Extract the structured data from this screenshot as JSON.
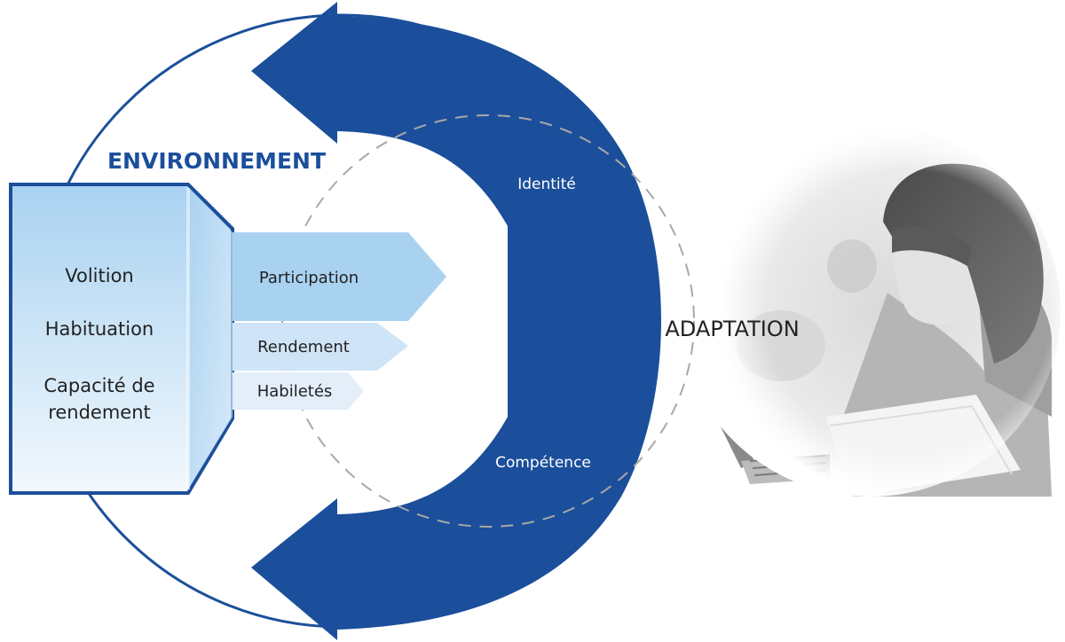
{
  "diagram": {
    "environment_label": "ENVIRONNEMENT",
    "person_components": [
      "Volition",
      "Habituation",
      "Capacité de",
      "rendement"
    ],
    "occupation_arrows": [
      "Participation",
      "Rendement",
      "Habiletés"
    ],
    "cycle_labels": {
      "identity": "Identité",
      "competence": "Compétence"
    },
    "outcome_label": "ADAPTATION"
  },
  "colors": {
    "brand_blue": "#1b4f9b",
    "light_blue": "#a9d2f1",
    "pale_blue": "#dceaf7",
    "dashed_gray": "#a8a8a8"
  },
  "image": {
    "description_icon": "photo-person-laptop"
  }
}
